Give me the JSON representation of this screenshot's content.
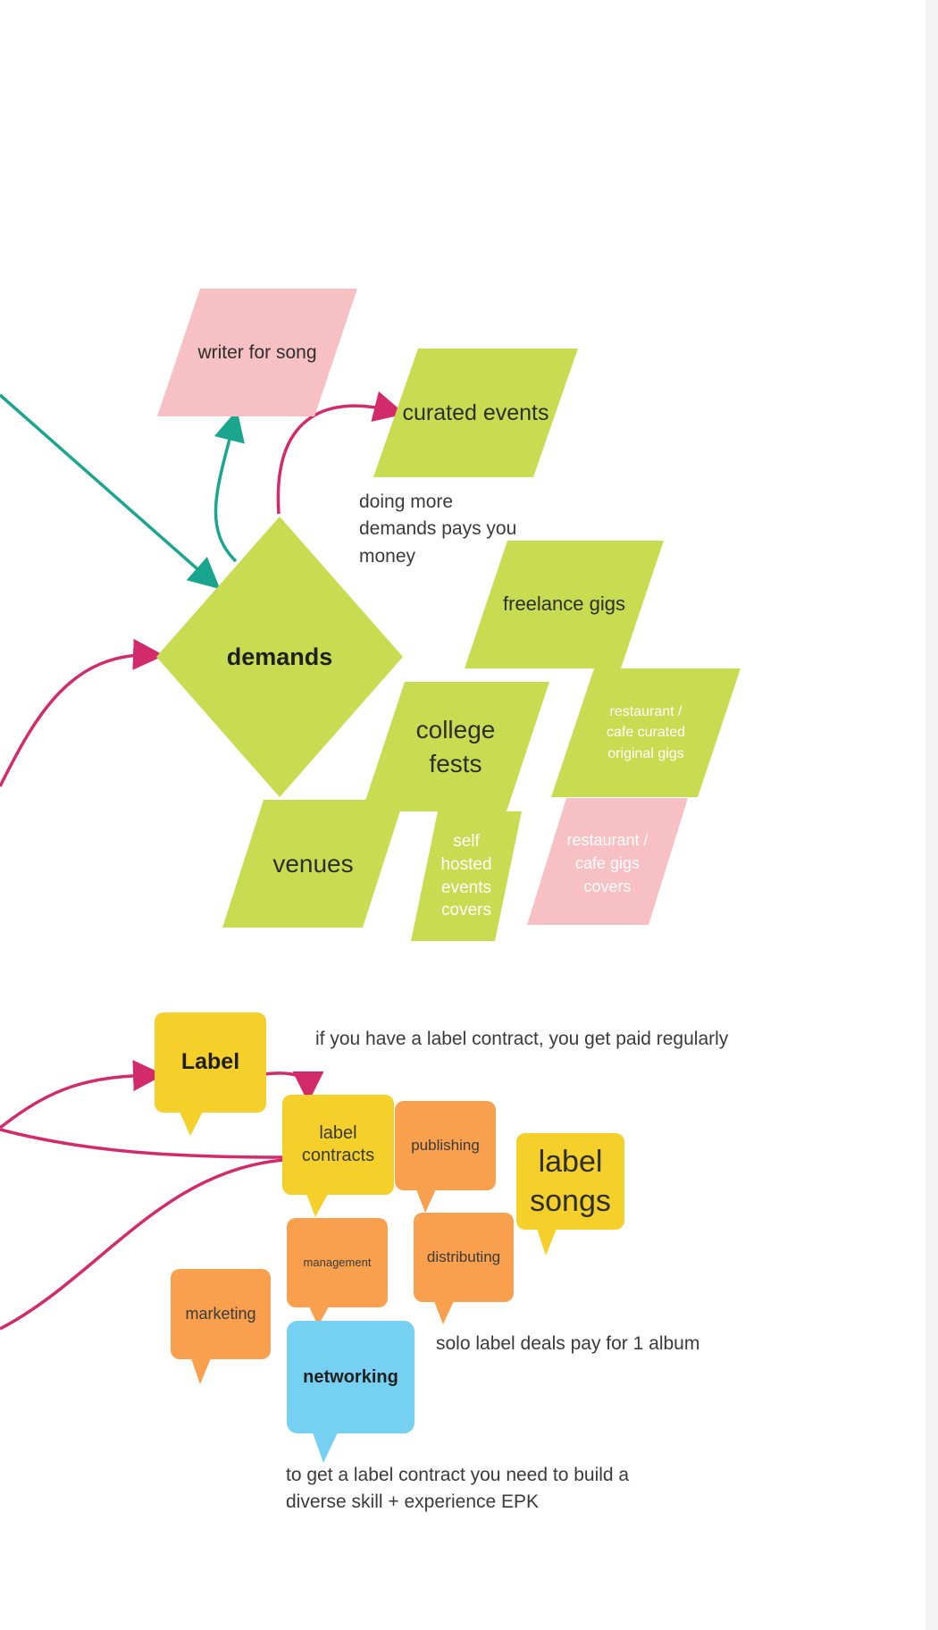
{
  "colors": {
    "lime": "#c8dc52",
    "pink": "#f7c0c3",
    "yellow": "#f5cf2a",
    "orange": "#f8a04d",
    "blue": "#76d0f2",
    "magenta": "#d32a6b",
    "teal": "#1aa58f"
  },
  "shapes": {
    "writer_for_song": "writer for song",
    "curated_events": "curated events",
    "demands": "demands",
    "freelance_gigs": "freelance gigs",
    "college_fests": "college fests",
    "restaurant_curated": "restaurant / cafe curated original gigs",
    "venues": "venues",
    "self_hosted": "self hosted events covers",
    "restaurant_covers": "restaurant / cafe gigs covers"
  },
  "bubbles": {
    "label": "Label",
    "label_contracts": "label contracts",
    "publishing": "publishing",
    "label_songs": "label songs",
    "management": "management",
    "distributing": "distributing",
    "marketing": "marketing",
    "networking": "networking"
  },
  "notes": {
    "demands_pay": "doing more demands pays you money",
    "label_contract_pay": "if you have a label contract, you get paid regularly",
    "solo_label": "solo label deals pay for 1 album",
    "get_contract": "to get a label contract you need to build a diverse skill + experience EPK"
  }
}
